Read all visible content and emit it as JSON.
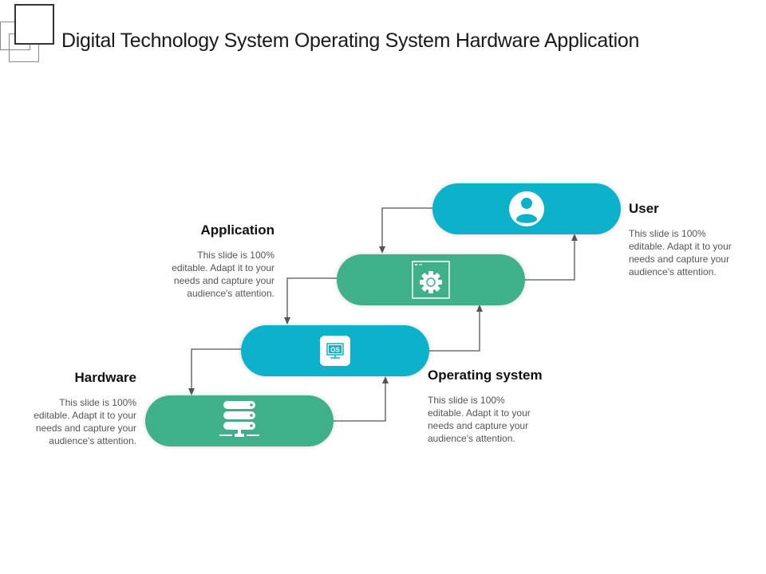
{
  "title": "Digital Technology System Operating System Hardware Application",
  "colors": {
    "blue": "#0bb2c9",
    "green": "#3fb08a",
    "connector": "#555555"
  },
  "steps": [
    {
      "name": "Hardware",
      "icon": "server-icon",
      "color": "green",
      "description": "This slide is 100% editable. Adapt it to your needs and capture your audience's attention."
    },
    {
      "name": "Operating system",
      "icon": "monitor-os-icon",
      "color": "blue",
      "description": "This slide is 100% editable. Adapt it to your needs and capture your audience's attention."
    },
    {
      "name": "Application",
      "icon": "app-window-gear-icon",
      "color": "green",
      "description": "This slide is 100% editable. Adapt it to your needs and capture your audience's attention."
    },
    {
      "name": "User",
      "icon": "user-icon",
      "color": "blue",
      "description": "This slide is 100% editable. Adapt it to your needs and capture your audience's attention."
    }
  ],
  "os_badge_text": "OS"
}
